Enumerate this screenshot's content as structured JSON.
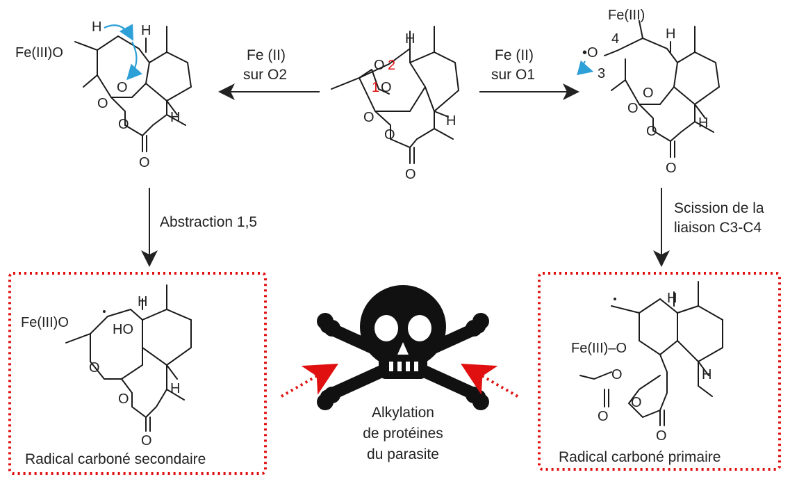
{
  "arrows": {
    "left": {
      "line1": "Fe (II)",
      "line2": "sur O2"
    },
    "right": {
      "line1": "Fe (II)",
      "line2": "sur O1"
    },
    "down_left": "Abstraction 1,5",
    "down_right": {
      "line1": "Scission de la",
      "line2": "liaison C3-C4"
    }
  },
  "boxes": {
    "left_caption": "Radical carboné secondaire",
    "right_caption": "Radical carboné primaire"
  },
  "center_caption": {
    "line1": "Alkylation",
    "line2": "de protéines",
    "line3": "du parasite"
  },
  "atoms": {
    "fe3": "Fe(III)",
    "fe3o": "Fe(III)O",
    "fe3_dash_o": "Fe(III)–O",
    "h": "H",
    "o": "O",
    "ho": "HO",
    "o_dot": "•O",
    "o1": "O",
    "o2": "O",
    "n1": "1",
    "n2": "2",
    "n3": "3",
    "n4": "4"
  },
  "colors": {
    "accent_red": "#e01010",
    "curved_arrow_blue": "#2ea0d8"
  }
}
